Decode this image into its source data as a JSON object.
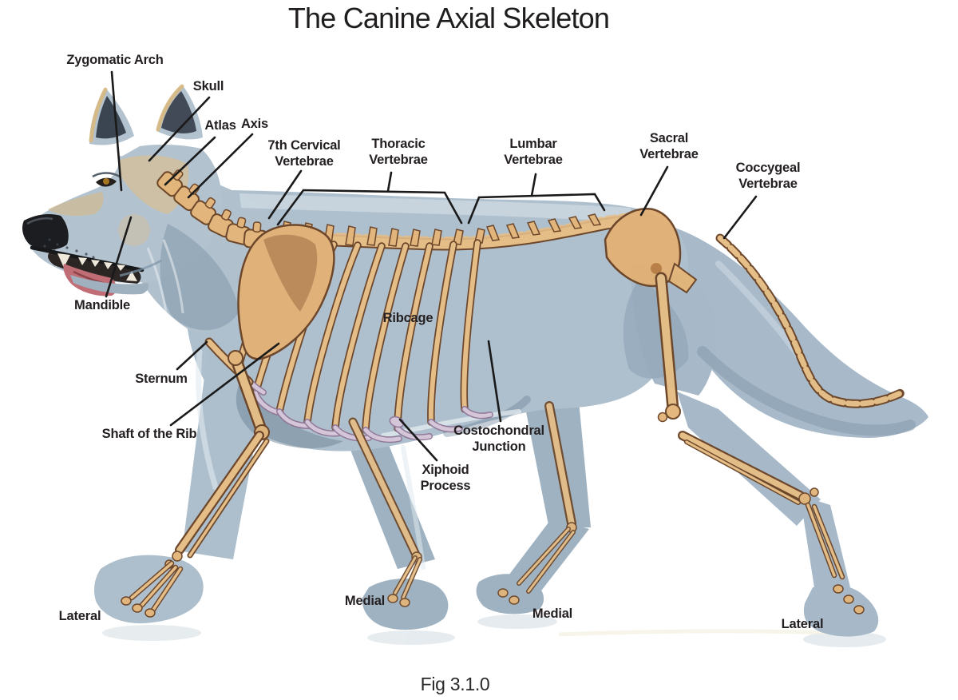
{
  "title": "The Canine Axial Skeleton",
  "figure_caption": "Fig 3.1.0",
  "labels": {
    "zygomatic_arch": "Zygomatic Arch",
    "skull": "Skull",
    "atlas": "Atlas",
    "axis": "Axis",
    "cervical7": "7th Cervical\nVertebrae",
    "thoracic": "Thoracic\nVertebrae",
    "lumbar": "Lumbar\nVertebrae",
    "sacral": "Sacral\nVertebrae",
    "coccygeal": "Coccygeal\nVertebrae",
    "mandible": "Mandible",
    "ribcage": "Ribcage",
    "sternum": "Sternum",
    "shaft_of_the_rib": "Shaft of the Rib",
    "costochondral_junction": "Costochondral\nJunction",
    "xiphoid_process": "Xiphoid\nProcess",
    "lateral_front": "Lateral",
    "medial_front": "Medial",
    "medial_hind": "Medial",
    "lateral_hind": "Lateral"
  },
  "colors": {
    "background": "#ffffff",
    "label_text": "#231f20",
    "leader_line": "#1a1a1a",
    "body_fur": "#aebfcd",
    "fur_shadow": "#7d94a8",
    "bone": "#e3b579",
    "bone_outline": "#6b4426",
    "costal_cartilage": "#d6c6d8",
    "tongue": "#c06d75",
    "nose": "#1c1d20"
  }
}
